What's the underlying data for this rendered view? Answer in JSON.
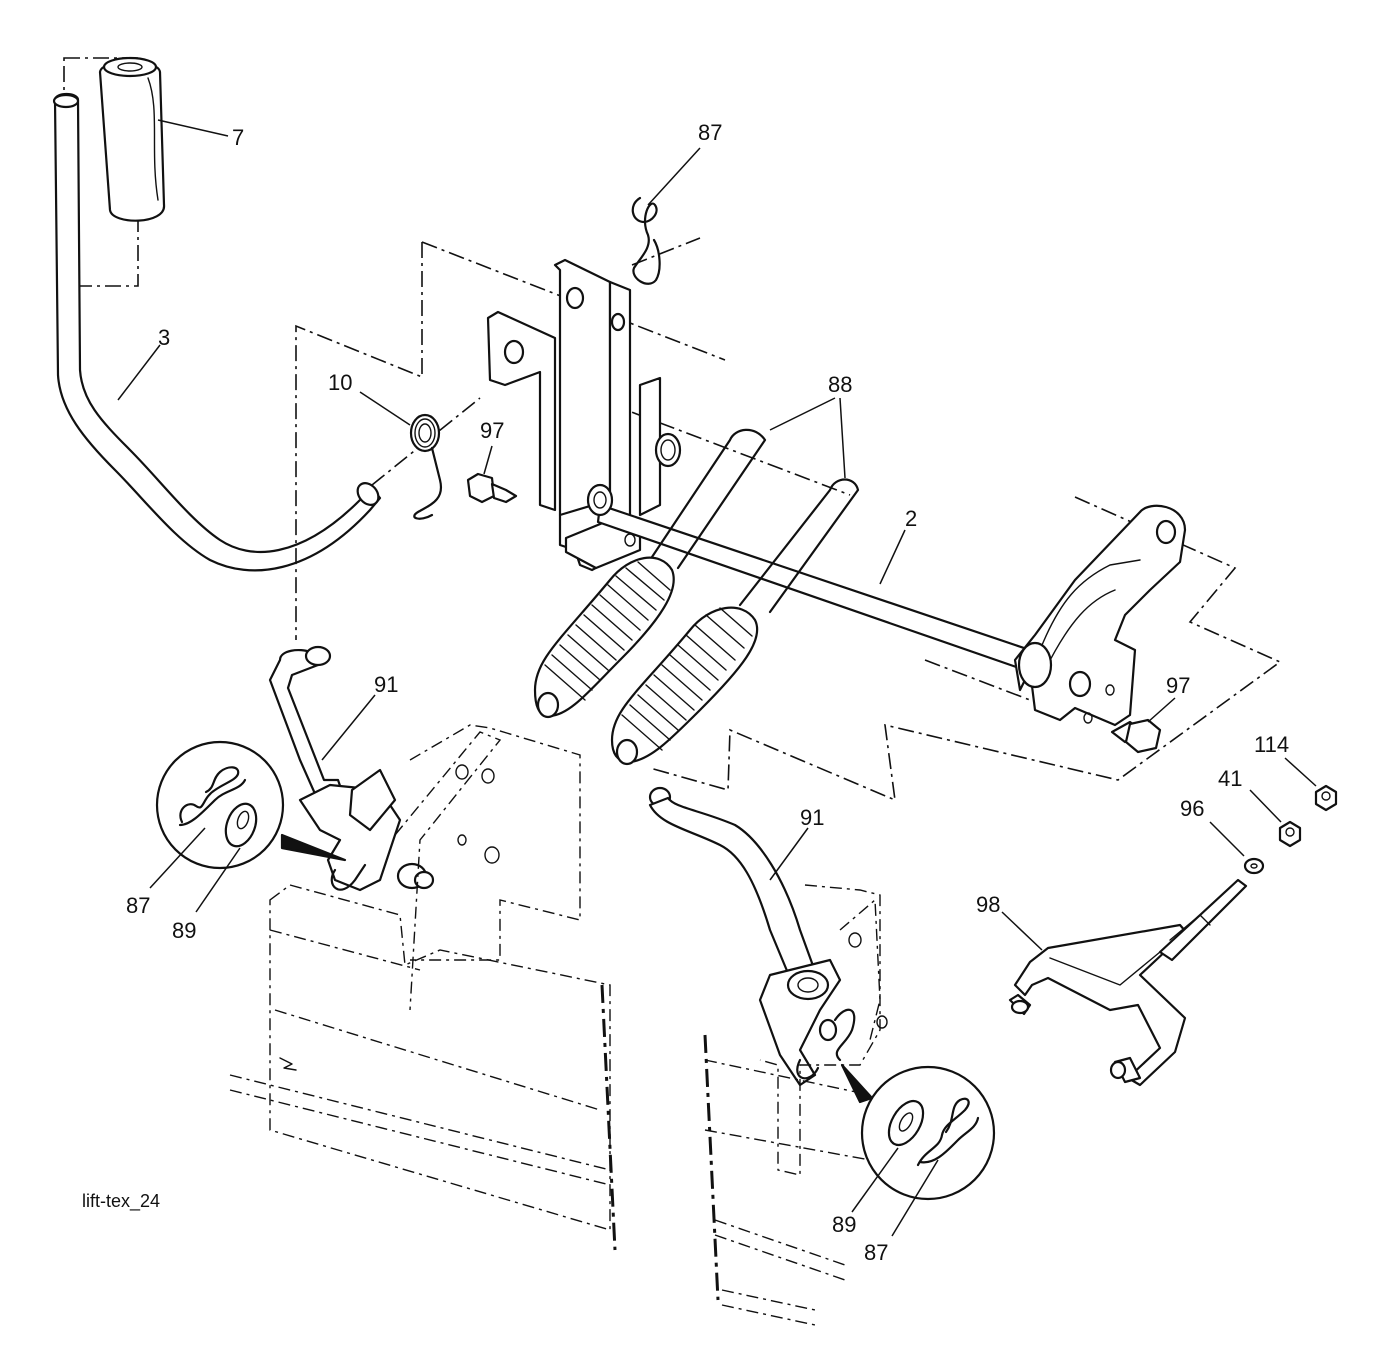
{
  "diagram": {
    "drawing_id": "lift-tex_24",
    "callouts": {
      "handle_grip": "7",
      "lift_lever": "3",
      "torsion_spring": "10",
      "retainer_clip_top": "87",
      "bolt_left": "97",
      "assist_springs": "88",
      "lift_shaft": "2",
      "bolt_right": "97",
      "nut_114": "114",
      "locknut": "41",
      "washer_96": "96",
      "link_rod_left": "91",
      "link_rod_right": "91",
      "deck_hanger": "98",
      "clip_detail_left": "87",
      "washer_detail_left": "89",
      "washer_detail_right": "89",
      "clip_detail_right": "87"
    }
  }
}
